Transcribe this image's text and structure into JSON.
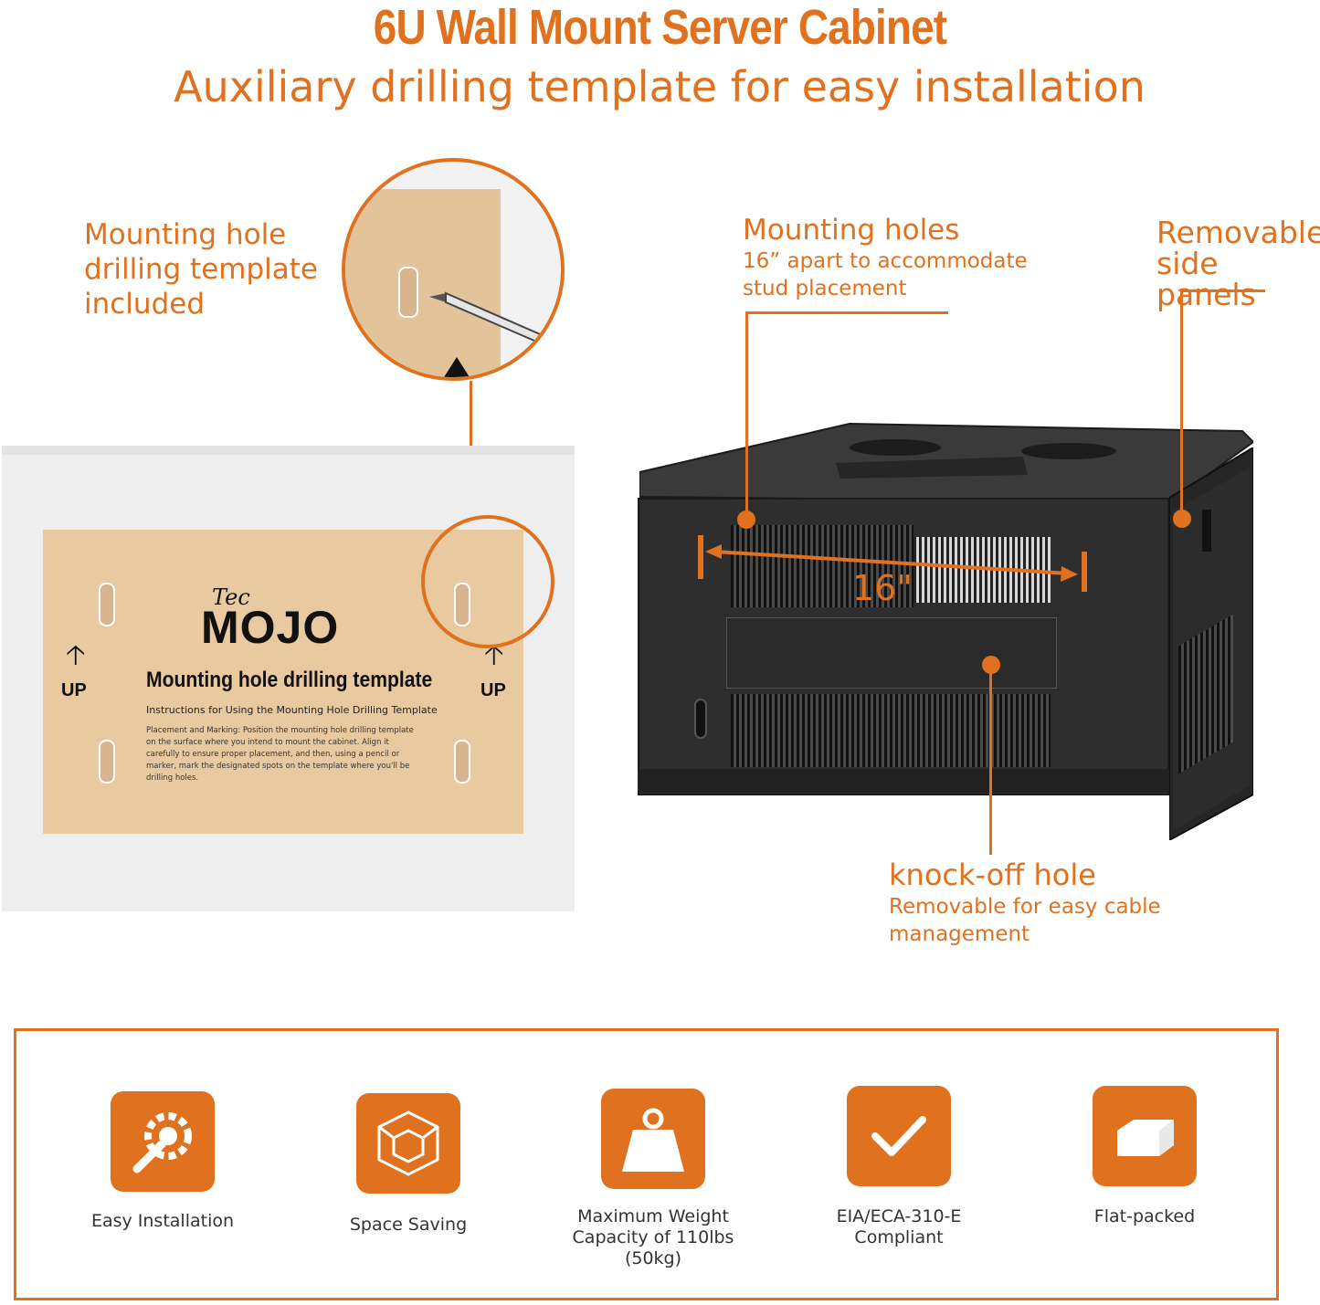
{
  "header": {
    "title": "6U Wall Mount Server Cabinet",
    "subtitle": "Auxiliary drilling template for easy installation"
  },
  "callouts": {
    "template": "Mounting hole drilling template included",
    "mounting_title": "Mounting holes",
    "mounting_sub": "16” apart to accommodate stud placement",
    "side_panels": "Removable side panels",
    "knockoff_title": "knock-off hole",
    "knockoff_sub": "Removable for easy cable management",
    "distance": "16\""
  },
  "template_sheet": {
    "brand_top": "Tec",
    "brand": "MOJO",
    "title": "Mounting hole drilling template",
    "instructions_heading": "Instructions for Using the Mounting Hole Drilling Template",
    "instructions_body": "Placement and Marking: Position the mounting hole drilling template on the surface where you intend to mount the cabinet. Align it carefully to ensure proper placement, and then, using a pencil or marker, mark the designated spots on the template where you'll be drilling holes.",
    "up_left": "UP",
    "up_right": "UP"
  },
  "features": [
    {
      "label": "Easy Installation",
      "icon": "wrench-gear-icon"
    },
    {
      "label": "Space Saving",
      "icon": "cube-icon"
    },
    {
      "label": "Maximum Weight Capacity of 110lbs (50kg)",
      "icon": "weight-icon"
    },
    {
      "label": "EIA/ECA-310-E Compliant",
      "icon": "check-icon"
    },
    {
      "label": "Flat-packed",
      "icon": "flat-box-icon"
    }
  ],
  "colors": {
    "accent": "#e0711f",
    "cabinet": "#2e2e2e",
    "template_paper": "#e9c9a0"
  }
}
